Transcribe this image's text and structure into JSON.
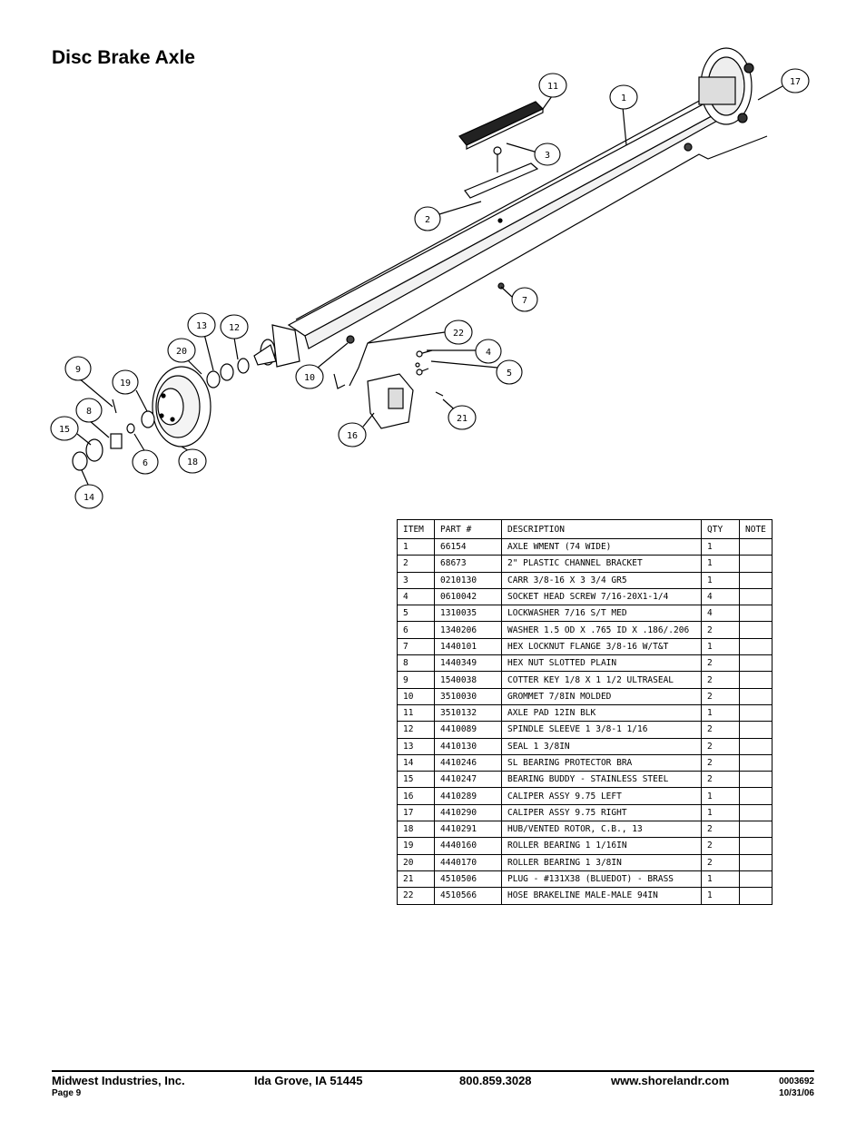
{
  "page": {
    "title": "Disc Brake Axle"
  },
  "callouts": [
    "1",
    "2",
    "3",
    "4",
    "5",
    "6",
    "7",
    "8",
    "9",
    "10",
    "11",
    "12",
    "13",
    "14",
    "15",
    "16",
    "17",
    "18",
    "19",
    "20",
    "21",
    "22"
  ],
  "parts_table": {
    "headers": [
      "ITEM",
      "PART #",
      "DESCRIPTION",
      "QTY",
      "NOTE"
    ],
    "rows": [
      [
        "1",
        "66154",
        "AXLE WMENT (74 WIDE)",
        "1",
        ""
      ],
      [
        "2",
        "68673",
        "2\" PLASTIC CHANNEL BRACKET",
        "1",
        ""
      ],
      [
        "3",
        "0210130",
        "CARR 3/8-16 X 3 3/4 GR5",
        "1",
        ""
      ],
      [
        "4",
        "0610042",
        "SOCKET HEAD SCREW 7/16-20X1-1/4",
        "4",
        ""
      ],
      [
        "5",
        "1310035",
        "LOCKWASHER 7/16 S/T MED",
        "4",
        ""
      ],
      [
        "6",
        "1340206",
        "WASHER 1.5 OD X .765 ID X .186/.206",
        "2",
        ""
      ],
      [
        "7",
        "1440101",
        "HEX LOCKNUT FLANGE 3/8-16 W/T&T",
        "1",
        ""
      ],
      [
        "8",
        "1440349",
        "HEX NUT SLOTTED PLAIN",
        "2",
        ""
      ],
      [
        "9",
        "1540038",
        "COTTER KEY 1/8 X 1 1/2 ULTRASEAL",
        "2",
        ""
      ],
      [
        "10",
        "3510030",
        "GROMMET  7/8IN MOLDED",
        "2",
        ""
      ],
      [
        "11",
        "3510132",
        "AXLE PAD 12IN  BLK",
        "1",
        ""
      ],
      [
        "12",
        "4410089",
        "SPINDLE SLEEVE  1 3/8-1 1/16",
        "2",
        ""
      ],
      [
        "13",
        "4410130",
        "SEAL  1 3/8IN",
        "2",
        ""
      ],
      [
        "14",
        "4410246",
        "SL BEARING PROTECTOR BRA",
        "2",
        ""
      ],
      [
        "15",
        "4410247",
        "BEARING BUDDY - STAINLESS STEEL",
        "2",
        ""
      ],
      [
        "16",
        "4410289",
        "CALIPER ASSY 9.75 LEFT",
        "1",
        ""
      ],
      [
        "17",
        "4410290",
        "CALIPER ASSY 9.75 RIGHT",
        "1",
        ""
      ],
      [
        "18",
        "4410291",
        "HUB/VENTED ROTOR, C.B.,  13",
        "2",
        ""
      ],
      [
        "19",
        "4440160",
        "ROLLER BEARING   1 1/16IN",
        "2",
        ""
      ],
      [
        "20",
        "4440170",
        "ROLLER BEARING   1 3/8IN",
        "2",
        ""
      ],
      [
        "21",
        "4510506",
        "PLUG - #131X38 (BLUEDOT) - BRASS",
        "1",
        ""
      ],
      [
        "22",
        "4510566",
        "HOSE BRAKELINE MALE-MALE 94IN",
        "1",
        ""
      ]
    ]
  },
  "footer": {
    "company": "Midwest Industries, Inc.",
    "location": "Ida Grove, IA  51445",
    "phone": "800.859.3028",
    "website": "www.shorelandr.com",
    "page_label": "Page 9",
    "doc_number": "0003692",
    "date": "10/31/06"
  }
}
